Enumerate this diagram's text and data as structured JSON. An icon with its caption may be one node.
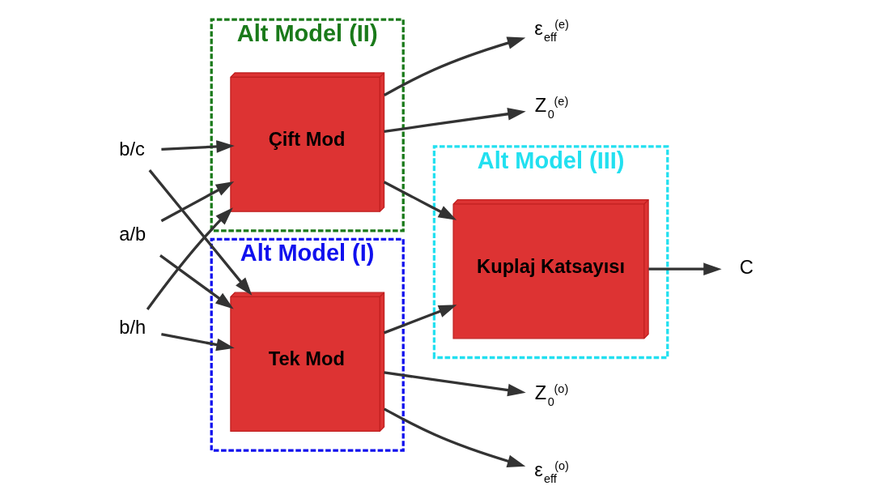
{
  "diagram": {
    "nodes": [
      {
        "text": [
          "Alt Model (I)"
        ]
      },
      {
        "text": [
          "Tek Mod"
        ],
        "in": 0
      },
      {
        "text": [
          "Alt Model (II)"
        ]
      },
      {
        "text": [
          "Çift Mod"
        ],
        "in": 2
      },
      {
        "text": [
          "Alt Model (III)"
        ]
      },
      {
        "text": [
          "Kuplaj Katsayısı"
        ],
        "in": 4
      },
      {
        "text": [
          "a/b"
        ]
      },
      {
        "text": [
          "b/h"
        ]
      },
      {
        "text": [
          "b/c"
        ]
      },
      {
        "text": [
          "ε$_{eff}$$^{(o)}$"
        ]
      },
      {
        "text": [
          "Z$_{0}$$^{(o)}$"
        ]
      },
      {
        "text": [
          "Z$_{0}$$^{(e)}$"
        ]
      },
      {
        "text": [
          "ε$_{eff}$$^{(e)}$"
        ]
      },
      {
        "text": [
          "C"
        ]
      }
    ],
    "edges": [
      {
        "from": 6,
        "to": 1,
        "arrow": "to"
      },
      {
        "from": 6,
        "to": 3,
        "arrow": "to"
      },
      {
        "from": 7,
        "to": 1,
        "arrow": "to"
      },
      {
        "from": 7,
        "to": 3,
        "arrow": "to"
      },
      {
        "from": 8,
        "to": 1,
        "arrow": "to"
      },
      {
        "from": 8,
        "to": 3,
        "arrow": "to"
      },
      {
        "from": 1,
        "to": 9,
        "arrow": "to"
      },
      {
        "from": 1,
        "to": 10,
        "arrow": "to"
      },
      {
        "from": 1,
        "to": 5,
        "arrow": "to"
      },
      {
        "from": 3,
        "to": 5,
        "arrow": "to"
      },
      {
        "from": 3,
        "to": 11,
        "arrow": "to"
      },
      {
        "from": 3,
        "to": 12,
        "arrow": "to"
      },
      {
        "from": 5,
        "to": 13,
        "arrow": "to"
      }
    ]
  }
}
